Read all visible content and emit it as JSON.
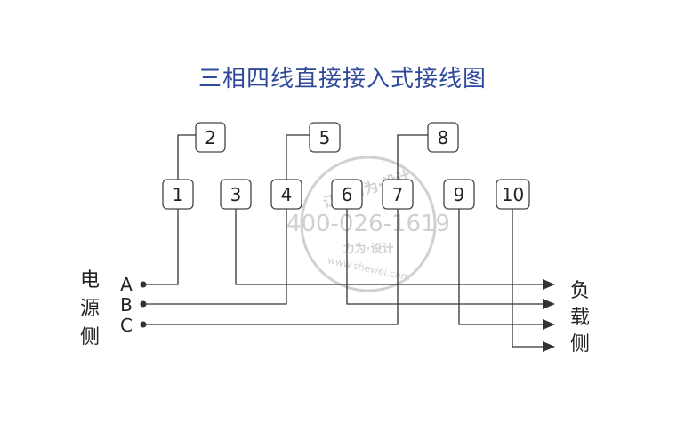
{
  "title": "三相四线直接接入式接线图",
  "colors": {
    "title": "#2f4a9a",
    "line": "#333333",
    "terminal_border": "#444444",
    "watermark": "#c8c8c8"
  },
  "terminals": {
    "t1": "1",
    "t2": "2",
    "t3": "3",
    "t4": "4",
    "t5": "5",
    "t6": "6",
    "t7": "7",
    "t8": "8",
    "t9": "9",
    "t10": "10"
  },
  "source_side": {
    "label_chars": [
      "电",
      "源",
      "侧"
    ],
    "phases": [
      "A",
      "B",
      "C"
    ]
  },
  "load_side": {
    "label_chars": [
      "负",
      "载",
      "侧"
    ]
  },
  "watermark": {
    "phone": "400-026-1619",
    "top_text": "江苏力为·设计",
    "bottom_text": "力为·设计",
    "url": "www.shewei.com"
  }
}
